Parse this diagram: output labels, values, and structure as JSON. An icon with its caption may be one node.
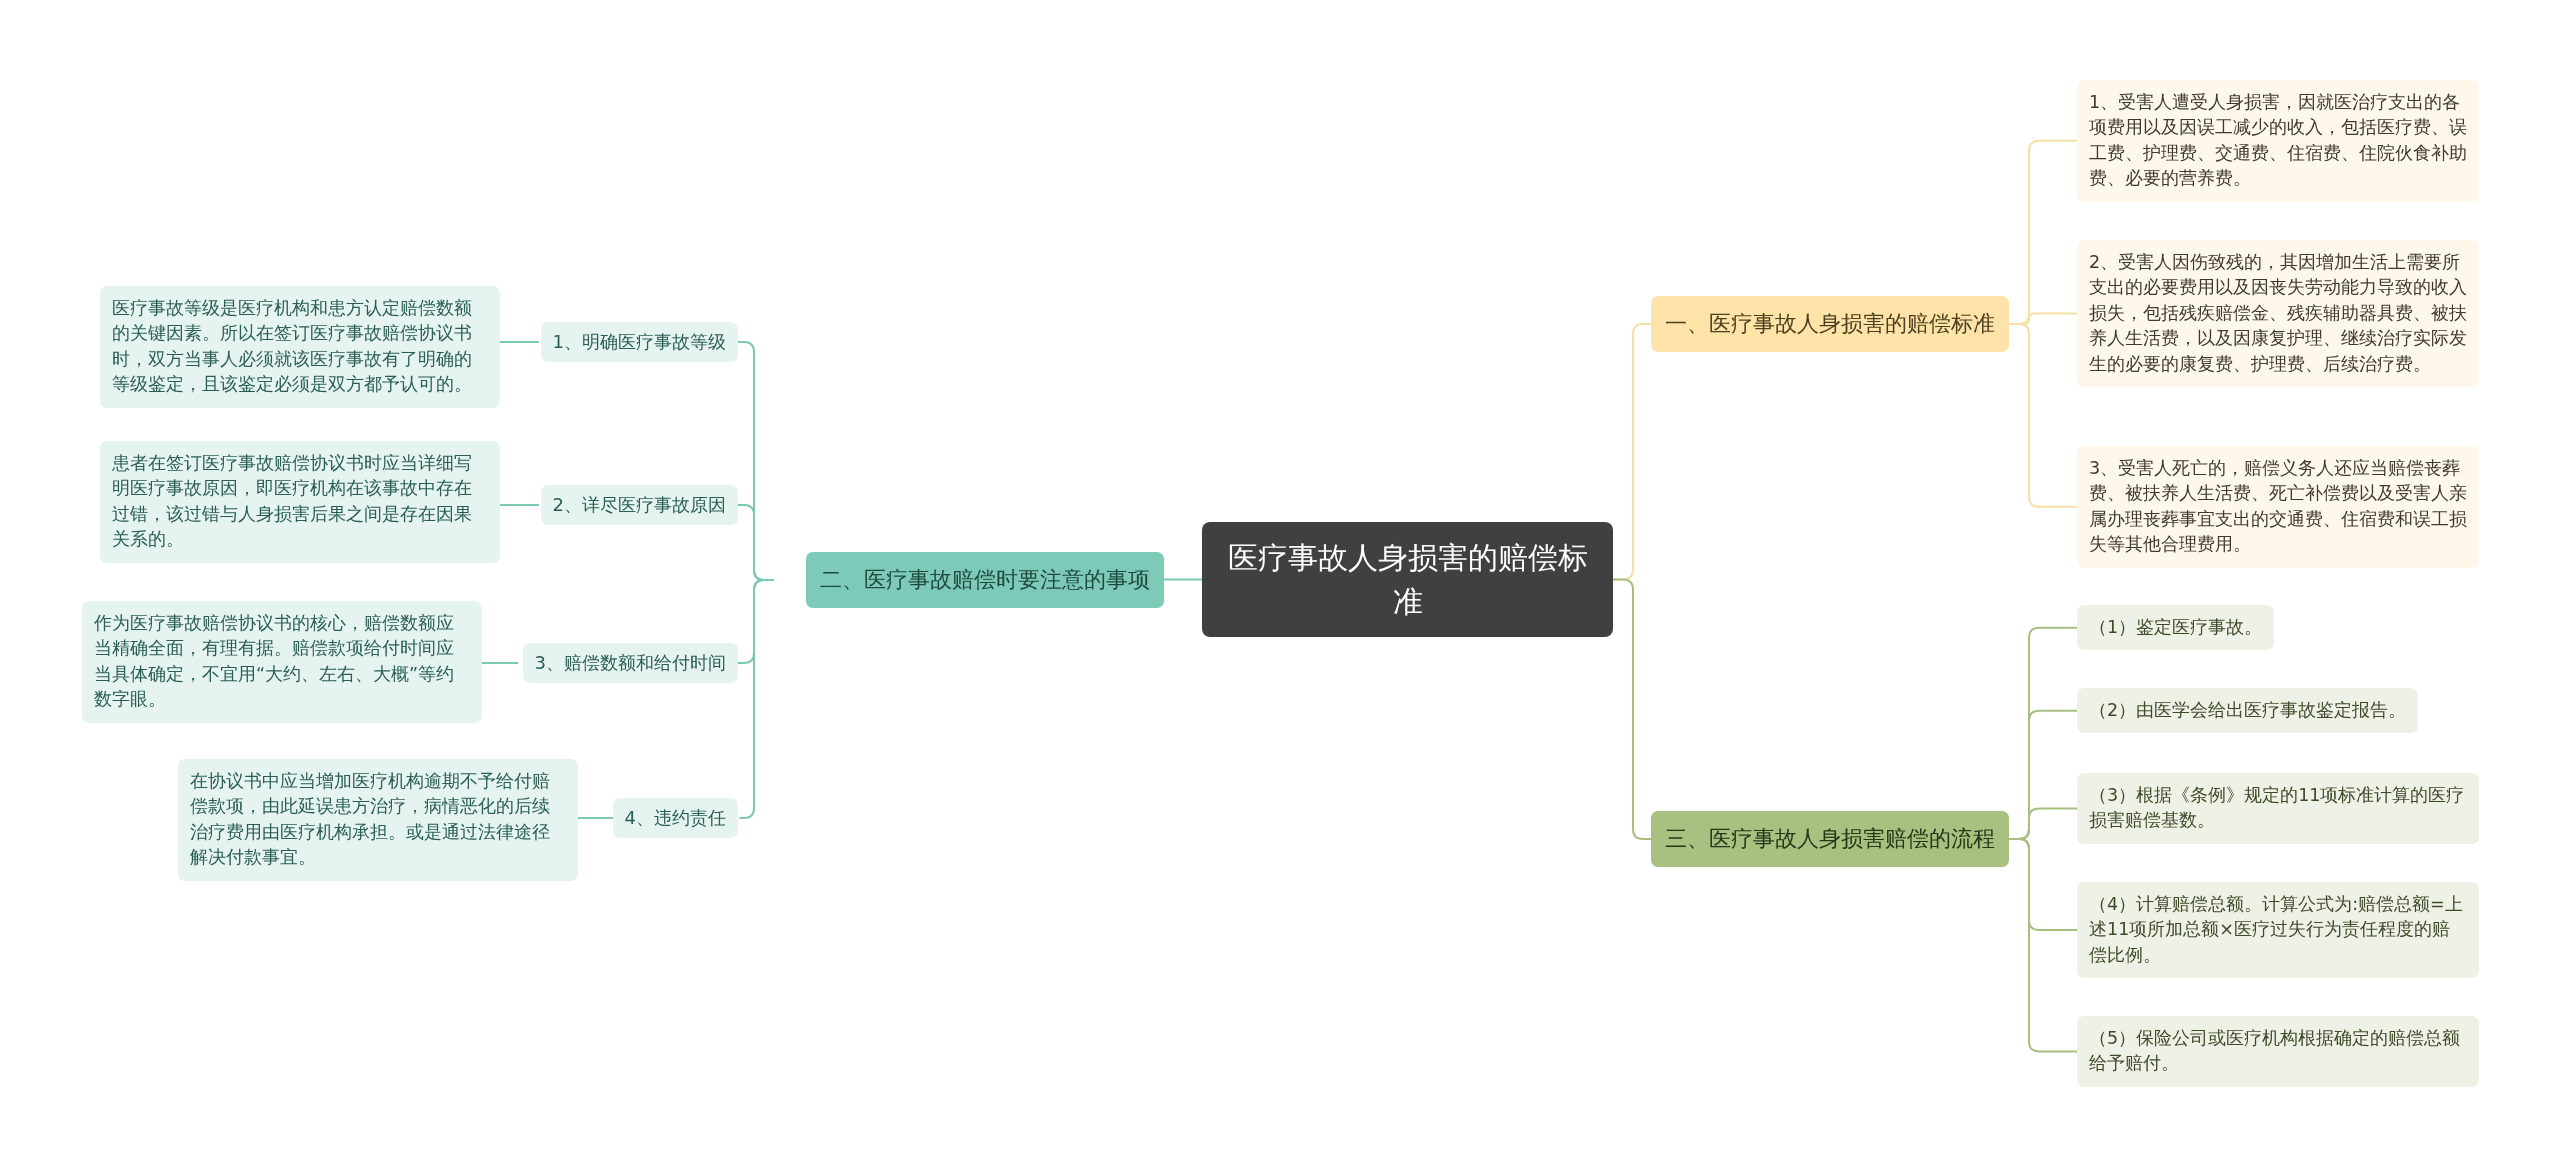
{
  "diagram": {
    "nodes": [
      {
        "text": [
          "医疗事故人身损害的赔偿标准"
        ]
      },
      {
        "text": [
          "一、医疗事故人身损害的赔偿标准"
        ]
      },
      {
        "text": [
          "1、受害人遭受人身损害，因就医治疗支出的各项费用以及因误工减少的收入，包括医疗费、误工费、护理费、交通费、住宿费、住院伙食补助费、必要的营养费。"
        ]
      },
      {
        "text": [
          "2、受害人因伤致残的，其因增加生活上需要所支出的必要费用以及因丧失劳动能力导致的收入损失，包括残疾赔偿金、残疾辅助器具费、被扶养人生活费，以及因康复护理、继续治疗实际发生的必要的康复费、护理费、后续治疗费。"
        ]
      },
      {
        "text": [
          "3、受害人死亡的，赔偿义务人还应当赔偿丧葬费、被扶养人生活费、死亡补偿费以及受害人亲属办理丧葬事宜支出的交通费、住宿费和误工损失等其他合理费用。"
        ]
      },
      {
        "text": [
          "三、医疗事故人身损害赔偿的流程"
        ]
      },
      {
        "text": [
          "（1）鉴定医疗事故。"
        ]
      },
      {
        "text": [
          "（2）由医学会给出医疗事故鉴定报告。"
        ]
      },
      {
        "text": [
          "（3）根据《条例》规定的11项标准计算的医疗损害赔偿基数。"
        ]
      },
      {
        "text": [
          "（4）计算赔偿总额。计算公式为:赔偿总额=上述11项所加总额×医疗过失行为责任程度的赔偿比例。"
        ]
      },
      {
        "text": [
          "（5）保险公司或医疗机构根据确定的赔偿总额给予赔付。"
        ]
      },
      {
        "text": [
          "二、医疗事故赔偿时要注意的事项"
        ]
      },
      {
        "text": [
          "1、明确医疗事故等级"
        ]
      },
      {
        "text": [
          "医疗事故等级是医疗机构和患方认定赔偿数额的关键因素。所以在签订医疗事故赔偿协议书时，双方当事人必须就该医疗事故有了明确的等级鉴定，且该鉴定必须是双方都予认可的。"
        ]
      },
      {
        "text": [
          "2、详尽医疗事故原因"
        ]
      },
      {
        "text": [
          "患者在签订医疗事故赔偿协议书时应当详细写明医疗事故原因，即医疗机构在该事故中存在过错，该过错与人身损害后果之间是存在因果关系的。"
        ]
      },
      {
        "text": [
          "3、赔偿数额和给付时间"
        ]
      },
      {
        "text": [
          "作为医疗事故赔偿协议书的核心，赔偿数额应当精确全面，有理有据。赔偿款项给付时间应当具体确定，不宜用“大约、左右、大概”等约数字眼。"
        ]
      },
      {
        "text": [
          "4、违约责任"
        ]
      },
      {
        "text": [
          "在协议书中应当增加医疗机构逾期不予给付赔偿款项，由此延误患方治疗，病情恶化的后续治疗费用由医疗机构承担。或是通过法律途径解决付款事宜。"
        ]
      }
    ],
    "edges": [
      {
        "from": 0,
        "to": 1,
        "arrow": "none",
        "color": "#f5dfa4"
      },
      {
        "from": 1,
        "to": 2,
        "arrow": "none",
        "color": "#f5dfa4"
      },
      {
        "from": 1,
        "to": 3,
        "arrow": "none",
        "color": "#f5dfa4"
      },
      {
        "from": 1,
        "to": 4,
        "arrow": "none",
        "color": "#f5dfa4"
      },
      {
        "from": 0,
        "to": 5,
        "arrow": "none",
        "color": "#a9bf82"
      },
      {
        "from": 5,
        "to": 6,
        "arrow": "none",
        "color": "#a9bf82"
      },
      {
        "from": 5,
        "to": 7,
        "arrow": "none",
        "color": "#a9bf82"
      },
      {
        "from": 5,
        "to": 8,
        "arrow": "none",
        "color": "#a9bf82"
      },
      {
        "from": 5,
        "to": 9,
        "arrow": "none",
        "color": "#a9bf82"
      },
      {
        "from": 5,
        "to": 10,
        "arrow": "none",
        "color": "#a9bf82"
      },
      {
        "from": 0,
        "to": 11,
        "arrow": "none"
      },
      {
        "from": 11,
        "to": 12,
        "arrow": "none"
      },
      {
        "from": 11,
        "to": 14,
        "arrow": "none"
      },
      {
        "from": 11,
        "to": 16,
        "arrow": "none"
      },
      {
        "from": 11,
        "to": 18,
        "arrow": "none"
      },
      {
        "from": 12,
        "to": 13,
        "arrow": "none"
      },
      {
        "from": 14,
        "to": 15,
        "arrow": "none"
      },
      {
        "from": 16,
        "to": 17,
        "arrow": "none"
      },
      {
        "from": 18,
        "to": 19,
        "arrow": "none"
      }
    ]
  }
}
